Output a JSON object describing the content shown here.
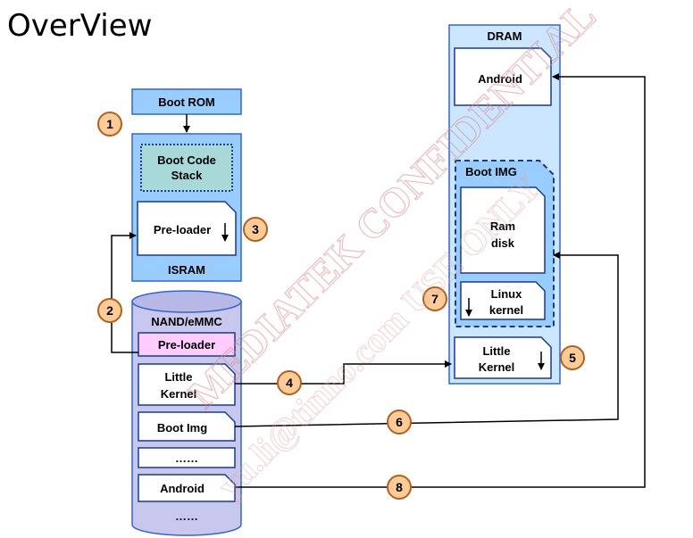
{
  "title": "OverView",
  "left_stack": {
    "boot_rom": "Boot ROM",
    "boot_code_line1": "Boot Code",
    "boot_code_line2": "Stack",
    "preloader": "Pre-loader",
    "isram": "ISRAM",
    "nand_emmc": "NAND/eMMC",
    "nand_preloader": "Pre-loader",
    "little_kernel_line1": "Little",
    "little_kernel_line2": "Kernel",
    "boot_img": "Boot Img",
    "dots1": "……",
    "android": "Android",
    "dots2": "……"
  },
  "dram": {
    "title": "DRAM",
    "android": "Android",
    "boot_img_title": "Boot IMG",
    "ram_disk_line1": "Ram",
    "ram_disk_line2": "disk",
    "linux_kernel_line1": "Linux",
    "linux_kernel_line2": "kernel",
    "little_kernel_line1": "Little",
    "little_kernel_line2": "Kernel"
  },
  "steps": [
    "1",
    "2",
    "3",
    "4",
    "5",
    "6",
    "7",
    "8"
  ],
  "watermark": {
    "line1": "MEDIATEK CONFIDENTIAL",
    "line2": "yu.li@tinno.com USE ONLY"
  },
  "colors": {
    "box_fill": "#99ccff",
    "box_stroke": "#3366cc",
    "teal": "#a8d8d8",
    "pink": "#ffccff",
    "badge": "#ffcc99",
    "badge_stroke": "#b06020",
    "nand_fill": "#c8c8ee"
  }
}
